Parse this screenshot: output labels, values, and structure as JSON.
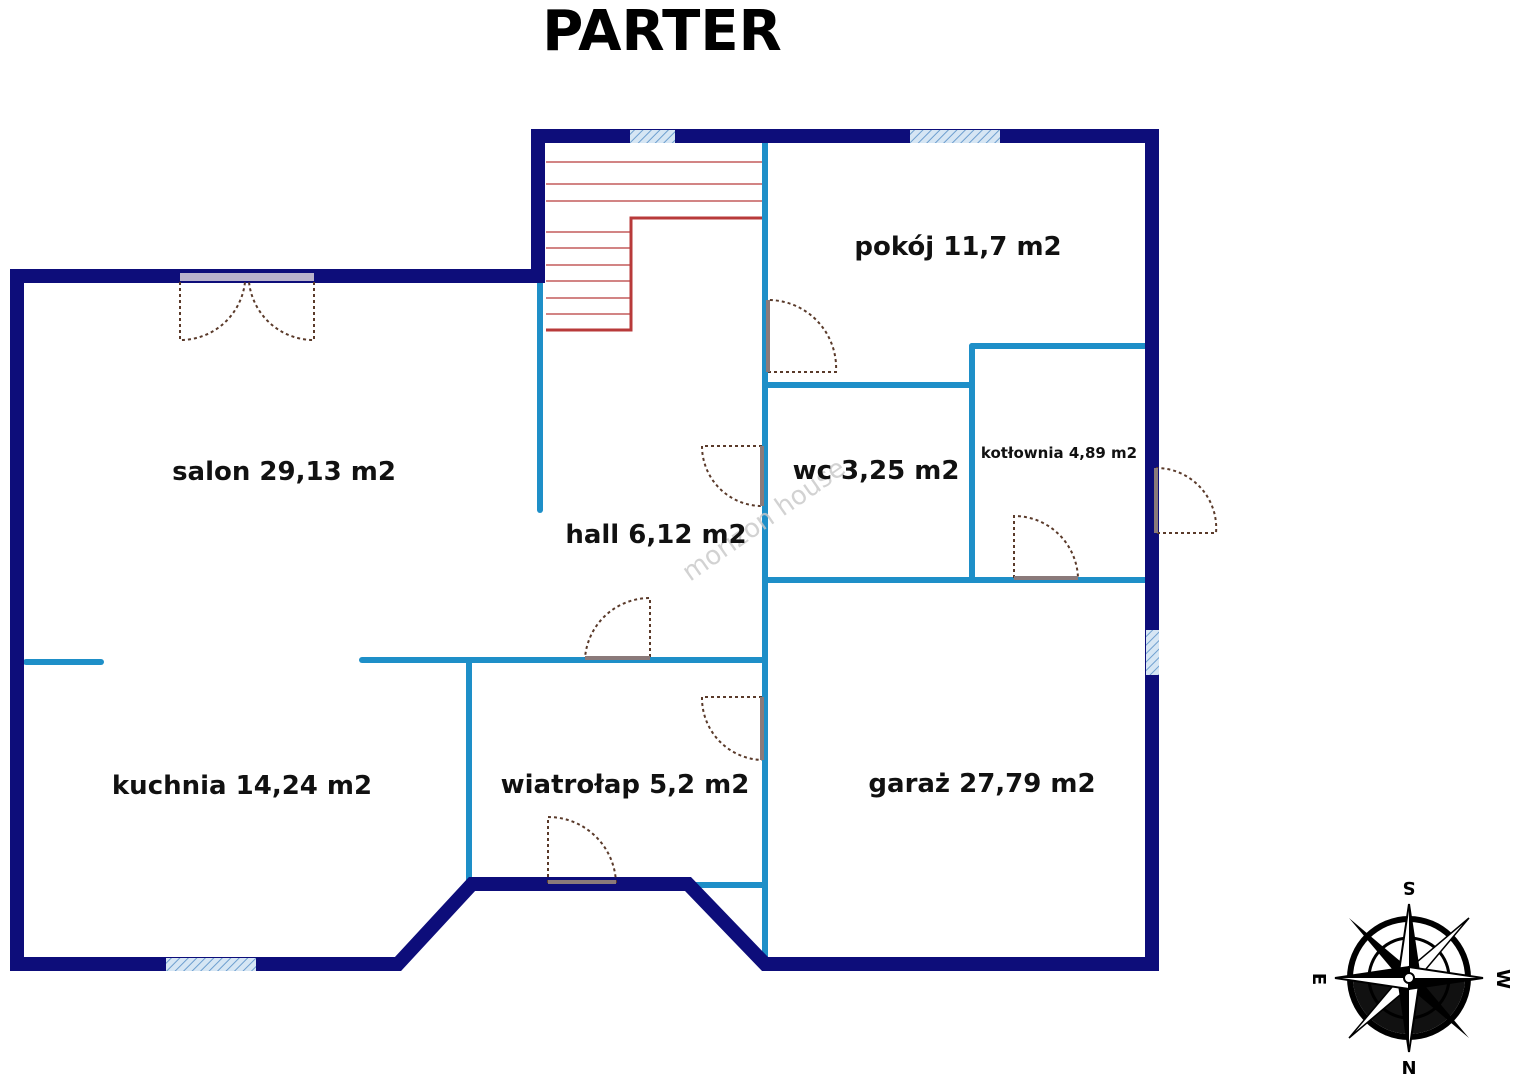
{
  "title": "PARTER",
  "watermark": "morizon house",
  "colors": {
    "outer_wall": "#0d0d7a",
    "inner_wall": "#1e8fc8",
    "stairs": "#b83a3a",
    "door_swing": "#5a3a2a",
    "window": "#a9c9e6"
  },
  "rooms": {
    "salon": "salon 29,13 m2",
    "hall": "hall 6,12 m2",
    "pokoj": "pokój 11,7 m2",
    "wc": "wc 3,25 m2",
    "kotlownia": "kotłownia 4,89 m2",
    "kuchnia": "kuchnia 14,24 m2",
    "wiatrolap": "wiatrołap 5,2 m2",
    "garaz": "garaż 27,79 m2"
  },
  "compass": {
    "top": "S",
    "bottom": "N",
    "left": "E",
    "right": "W",
    "icon": "compass-rose-icon"
  }
}
